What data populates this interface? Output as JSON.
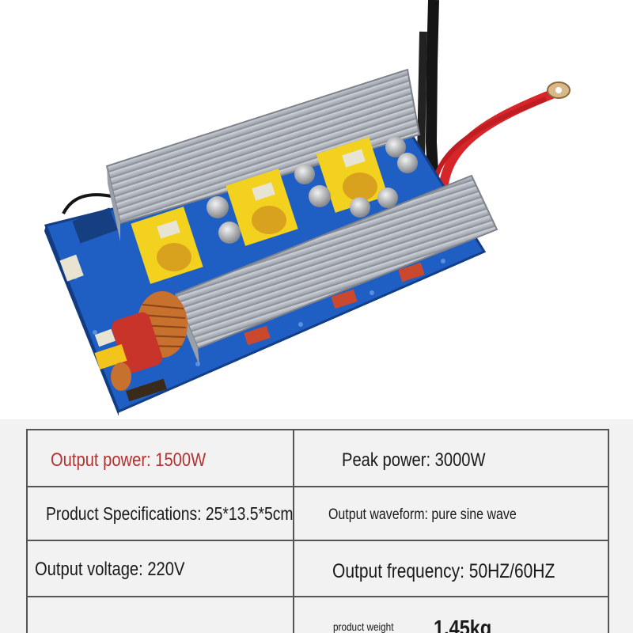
{
  "image": {
    "subject": "pure sine wave inverter circuit board",
    "colors": {
      "pcb": "#1f5fc4",
      "heatsink": "#c8ccd2",
      "transformer": "#f2d21e",
      "cable_red": "#d6262a",
      "cable_black": "#151515",
      "copper": "#c8702e"
    }
  },
  "specs": {
    "output_power": "Output power: 1500W",
    "peak_power": "Peak power: 3000W",
    "product_specifications": "Product Specifications: 25*13.5*5cm",
    "output_waveform": "Output waveform: pure sine wave",
    "output_voltage": "Output voltage: 220V",
    "output_frequency": "Output frequency: 50HZ/60HZ",
    "product_weight_label": "product weight",
    "product_weight_value": "1.45kg"
  },
  "colors": {
    "highlight_text": "#b5302e",
    "table_border": "#555555",
    "table_bg": "#f2f2f2"
  }
}
